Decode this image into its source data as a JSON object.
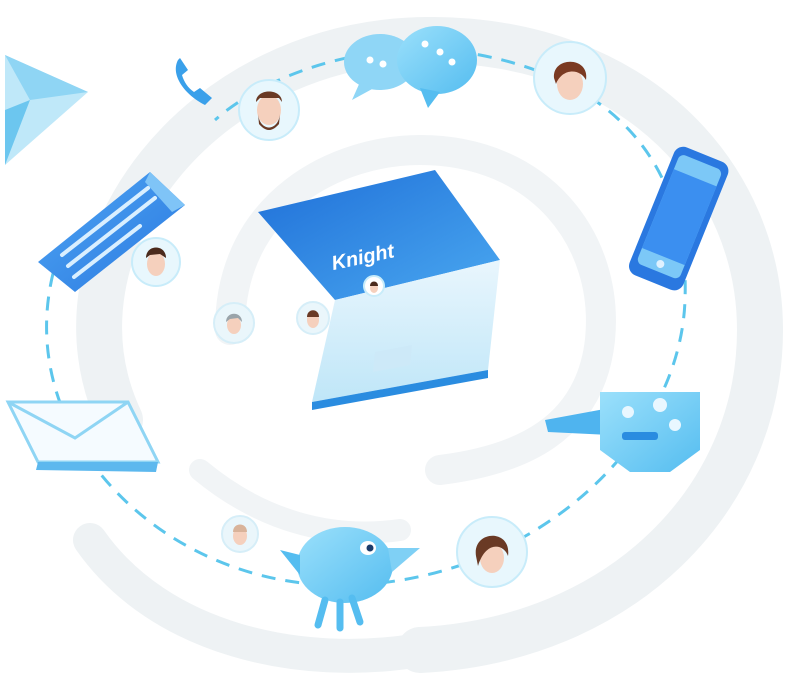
{
  "logo": {
    "text": "night",
    "mark": "K"
  },
  "colors": {
    "accent": "#2f86e6",
    "accent_light": "#7fd0f5",
    "dash": "#5cc6ec",
    "cloud": "#eef2f4",
    "skin": "#f5d0bd",
    "hair": "#6a3a25"
  },
  "icons": [
    "paper-plane-icon",
    "phone-handset-icon",
    "chat-bubbles-icon",
    "message-card-icon",
    "envelope-icon",
    "smartphone-icon",
    "gamepad-icon",
    "mascot-fish-icon",
    "laptop-icon",
    "avatar"
  ]
}
